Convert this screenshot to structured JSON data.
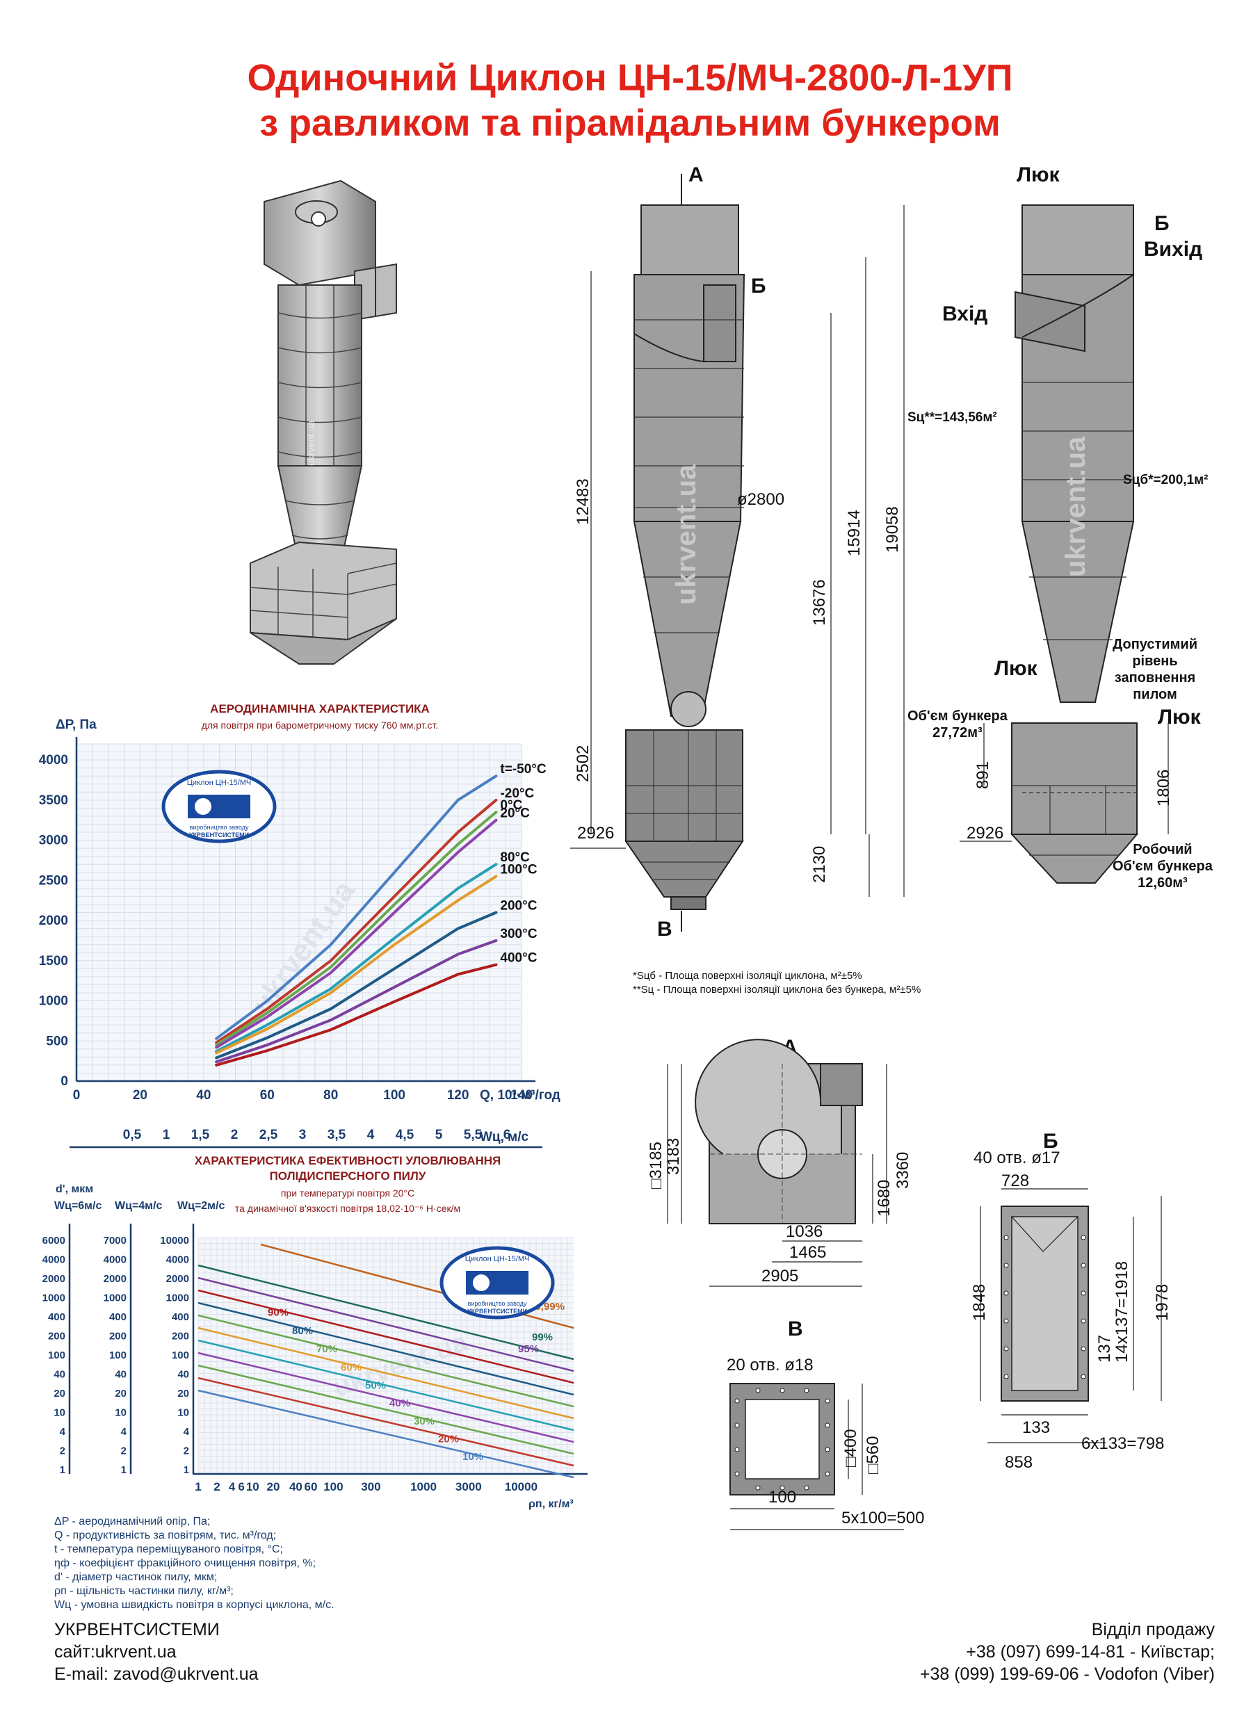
{
  "header": {
    "title_line1": "Одиночний Циклон ЦН-15/МЧ-2800-Л-1УП",
    "title_line2": "з равликом та пірамідальним бункером"
  },
  "drawing": {
    "view_A_label": "A",
    "view_B_label": "Б",
    "view_V_label": "В",
    "hatch_label": "Люк",
    "outlet_label": "Вихід",
    "inlet_label": "Вхід",
    "dims": {
      "h12483": "12483",
      "h13676": "13676",
      "h15914": "15914",
      "h19058": "19058",
      "d2800": "ø2800",
      "h2502": "2502",
      "w2926": "2926",
      "h2130": "2130",
      "h891": "891",
      "h1806": "1806",
      "w2926b": "2926"
    },
    "side": {
      "s_c": "Sц**=143,56м²",
      "s_cb": "Sцб*=200,1м²",
      "allowed_level": "Допустимий\nрівень\nзаповнення\nпилом",
      "bunker_volume": "Об'єм бункера\n27,72м³",
      "work_volume": "Робочий\nОб'єм бункера\n12,60м³",
      "hatch1": "Люк",
      "hatch2": "Люк",
      "hatch3": "Люк"
    },
    "notes": {
      "n1": "*Sцб - Площа поверхні ізоляції циклона, м²±5%",
      "n2": "**Sц - Площа поверхні ізоляції циклона без бункера, м²±5%"
    },
    "watermark": "ukrvent.ua"
  },
  "viewA": {
    "label": "A",
    "dims": {
      "d3185": "□3185",
      "d3183": "3183",
      "d3360": "3360",
      "d1680": "1680",
      "d1036": "1036",
      "d1465": "1465",
      "d2905": "2905"
    }
  },
  "viewB": {
    "label": "Б",
    "holes": "40 отв. ø17",
    "dims": {
      "w728": "728",
      "h1848": "1848",
      "p137": "14х137=1918",
      "h1978": "1978",
      "s137": "137",
      "w133": "133",
      "p133": "6х133=798",
      "w858": "858"
    }
  },
  "viewV": {
    "label": "В",
    "holes": "20 отв. ø18",
    "dims": {
      "d400": "□400",
      "d560": "□560",
      "w100": "100",
      "p100": "5х100=500"
    }
  },
  "chart_data": [
    {
      "type": "line",
      "title": "АЕРОДИНАМІЧНА ХАРАКТЕРИСТИКА",
      "subtitle": "для повітря при барометричному тиску 760 мм.рт.ст.",
      "ylabel": "ΔP, Па",
      "xlabel": "Q, 10³·м³/год",
      "x2label": "Wц, м/с",
      "xlim": [
        0,
        140
      ],
      "ylim": [
        0,
        4200
      ],
      "xticks": [
        0,
        20,
        40,
        60,
        80,
        100,
        120,
        140
      ],
      "yticks": [
        0,
        500,
        1000,
        1500,
        2000,
        2500,
        3000,
        3500,
        4000
      ],
      "x2ticks": [
        "0,5",
        "1",
        "1,5",
        "2",
        "2,5",
        "3",
        "3,5",
        "4",
        "4,5",
        "5",
        "5,5",
        "6"
      ],
      "series": [
        {
          "name": "t=-50°C",
          "color": "#4a7fc4",
          "x": [
            44,
            60,
            80,
            100,
            120,
            132
          ],
          "values": [
            530,
            1000,
            1700,
            2600,
            3500,
            3800
          ]
        },
        {
          "name": "-20°C",
          "color": "#c0392b",
          "x": [
            44,
            60,
            80,
            100,
            120,
            132
          ],
          "values": [
            480,
            900,
            1500,
            2300,
            3100,
            3500
          ]
        },
        {
          "name": "0°C",
          "color": "#6aa84f",
          "x": [
            44,
            60,
            80,
            100,
            120,
            132
          ],
          "values": [
            450,
            850,
            1420,
            2200,
            2950,
            3350
          ]
        },
        {
          "name": "20°C",
          "color": "#8e44ad",
          "x": [
            44,
            60,
            80,
            100,
            120,
            132
          ],
          "values": [
            420,
            800,
            1350,
            2100,
            2850,
            3250
          ]
        },
        {
          "name": "80°C",
          "color": "#27a0b5",
          "x": [
            44,
            60,
            80,
            100,
            120,
            132
          ],
          "values": [
            370,
            700,
            1150,
            1780,
            2400,
            2700
          ]
        },
        {
          "name": "100°C",
          "color": "#e39b2e",
          "x": [
            44,
            60,
            80,
            100,
            120,
            132
          ],
          "values": [
            350,
            650,
            1100,
            1700,
            2250,
            2550
          ]
        },
        {
          "name": "200°C",
          "color": "#1f5a86",
          "x": [
            44,
            60,
            80,
            100,
            120,
            132
          ],
          "values": [
            290,
            540,
            900,
            1400,
            1900,
            2100
          ]
        },
        {
          "name": "300°C",
          "color": "#7b3f9e",
          "x": [
            44,
            60,
            80,
            100,
            120,
            132
          ],
          "values": [
            240,
            450,
            760,
            1170,
            1580,
            1750
          ]
        },
        {
          "name": "400°C",
          "color": "#b01c1c",
          "x": [
            44,
            60,
            80,
            100,
            120,
            132
          ],
          "values": [
            200,
            380,
            640,
            990,
            1330,
            1450
          ]
        }
      ]
    },
    {
      "type": "line",
      "title": "ХАРАКТЕРИСТИКА ЕФЕКТИВНОСТІ УЛОВЛЮВАННЯ",
      "title2": "ПОЛІДИСПЕРСНОГО ПИЛУ",
      "subtitle": "при температурі повітря 20°С",
      "subtitle2": "та динамічної в'язкості повітря 18,02·10⁻⁶ Н·сек/м",
      "ylabel": "d', мкм",
      "xlabel": "ρп, кг/м³",
      "axis_heads": [
        "Wц=6м/с",
        "Wц=4м/с",
        "Wц=2м/с"
      ],
      "xscale": "log",
      "xticks": [
        "1",
        "2",
        "4",
        "6",
        "10",
        "20",
        "40",
        "60",
        "100",
        "300",
        "1000",
        "3000",
        "10000"
      ],
      "y1ticks": [
        "6000",
        "4000",
        "2000",
        "1000",
        "400",
        "200",
        "100",
        "40",
        "20",
        "10",
        "4",
        "2",
        "1"
      ],
      "y2ticks": [
        "7000",
        "4000",
        "2000",
        "1000",
        "400",
        "200",
        "100",
        "40",
        "20",
        "10",
        "4",
        "2",
        "1"
      ],
      "y3ticks": [
        "10000",
        "4000",
        "2000",
        "1000",
        "400",
        "200",
        "100",
        "40",
        "20",
        "10",
        "4",
        "2",
        "1"
      ],
      "series": [
        {
          "name": "ηф=99,99%",
          "color": "#c0621c"
        },
        {
          "name": "99%",
          "color": "#1f6a5a"
        },
        {
          "name": "95%",
          "color": "#7b3f9e"
        },
        {
          "name": "90%",
          "color": "#b01c1c"
        },
        {
          "name": "80%",
          "color": "#1f5a86"
        },
        {
          "name": "70%",
          "color": "#6aa84f"
        },
        {
          "name": "60%",
          "color": "#e39b2e"
        },
        {
          "name": "50%",
          "color": "#27a0b5"
        },
        {
          "name": "40%",
          "color": "#8e44ad"
        },
        {
          "name": "30%",
          "color": "#6aa84f"
        },
        {
          "name": "20%",
          "color": "#c0392b"
        },
        {
          "name": "10%",
          "color": "#4a7fc4"
        }
      ]
    }
  ],
  "legend": {
    "l1": "ΔP - аеродинамічний опір, Па;",
    "l2": "Q - продуктивність за повітрям, тис. м³/год;",
    "l3": "t - температура переміщуваного повітря, °С;",
    "l4": "ηф - коефіцієнт фракційного очищення повітря, %;",
    "l5": "d' - діаметр частинок пилу, мкм;",
    "l6": "ρп - щільність частинки пилу, кг/м³;",
    "l7": "Wц - умовна швидкість повітря в корпусі циклона, м/с."
  },
  "badge": {
    "top": "Циклон ЦН-15/МЧ",
    "bottom1": "виробництво заводу",
    "bottom2": "УКРВЕНТСИСТЕМИ"
  },
  "footer": {
    "company": "УКРВЕНТСИСТЕМИ",
    "site": "сайт:ukrvent.ua",
    "email": "E-mail: zavod@ukrvent.ua",
    "sales": "Відділ продажу",
    "phone1": "+38 (097) 699-14-81 - Київстар;",
    "phone2": "+38 (099) 199-69-06 - Vodofon (Viber)"
  }
}
